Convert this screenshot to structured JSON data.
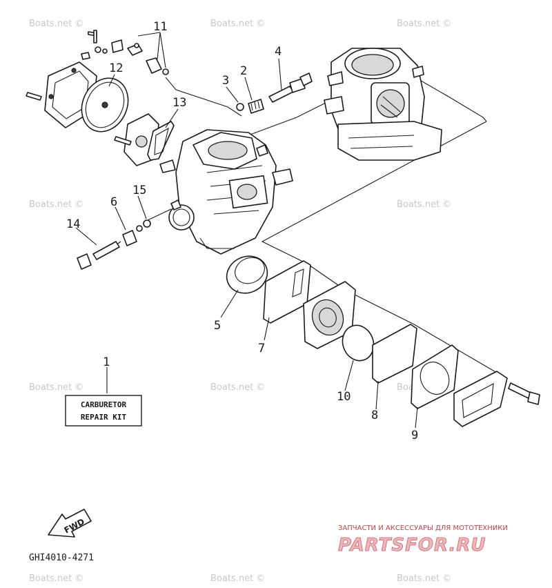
{
  "diagram": {
    "callouts": [
      "1",
      "2",
      "3",
      "4",
      "5",
      "6",
      "7",
      "8",
      "9",
      "10",
      "11",
      "12",
      "13",
      "14",
      "15"
    ],
    "kit_label": [
      "CARBURETOR",
      "REPAIR KIT"
    ],
    "fwd_label": "FWD",
    "drawing_code": "GHI4010-4271",
    "watermark": "Boats.net ©"
  },
  "branding": {
    "tagline": "ЗАПЧАСТИ И АКСЕССУАРЫ ДЛЯ МОТОТЕХНИКИ",
    "logo_text": "PARTSFOR.RU",
    "tagline_color": "#b8434a",
    "logo_fill": "#e9b7bc",
    "logo_stroke": "#d0606a"
  }
}
